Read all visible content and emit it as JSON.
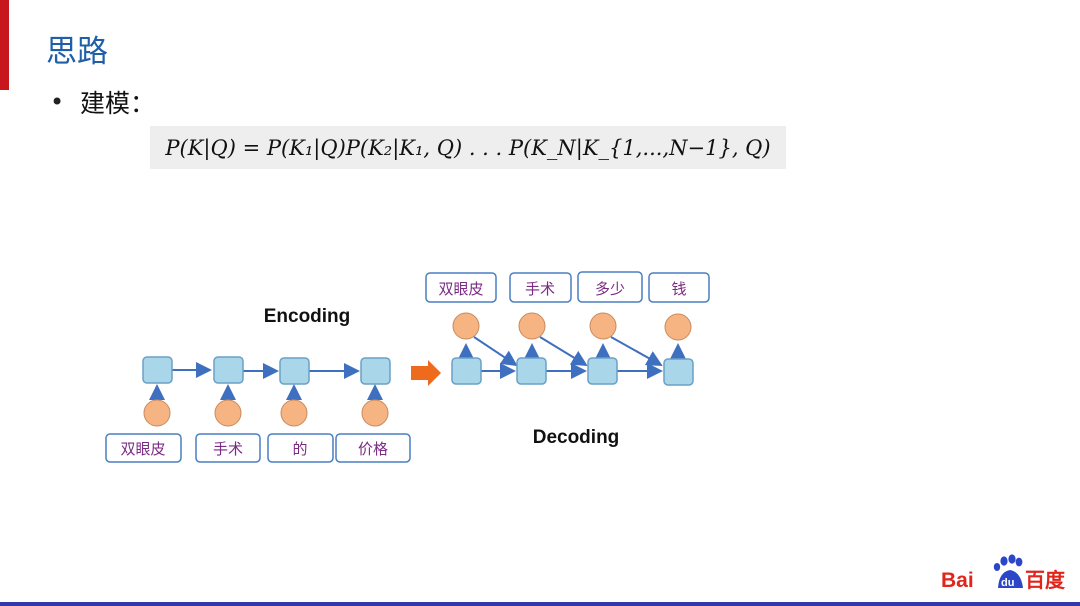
{
  "slide": {
    "title": "思路",
    "bullet": "建模：",
    "formula": "P(K|Q) = P(K₁|Q)P(K₂|K₁, Q) . . . P(K_N|K_{1,...,N−1}, Q)"
  },
  "diagram": {
    "encoding_label": "Encoding",
    "decoding_label": "Decoding",
    "encoder_inputs": [
      "双眼皮",
      "手术",
      "的",
      "价格"
    ],
    "decoder_outputs": [
      "双眼皮",
      "手术",
      "多少",
      "钱"
    ]
  },
  "colors": {
    "title": "#1f5fa8",
    "accent": "#c8161d",
    "box_fill": "#a9d6e8",
    "box_stroke": "#6aa1c6",
    "circle_fill": "#f6b482",
    "circle_stroke": "#c98a5d",
    "arrow": "#3f6fbf",
    "word_border": "#4a7fc0",
    "word_text": "#7b2b84",
    "orange_arrow": "#ee6a1c",
    "baidu_red": "#e1251b",
    "baidu_blue": "#2b46c7"
  },
  "logo": {
    "text_left": "Bai",
    "text_mid": "du",
    "text_right": "百度"
  }
}
